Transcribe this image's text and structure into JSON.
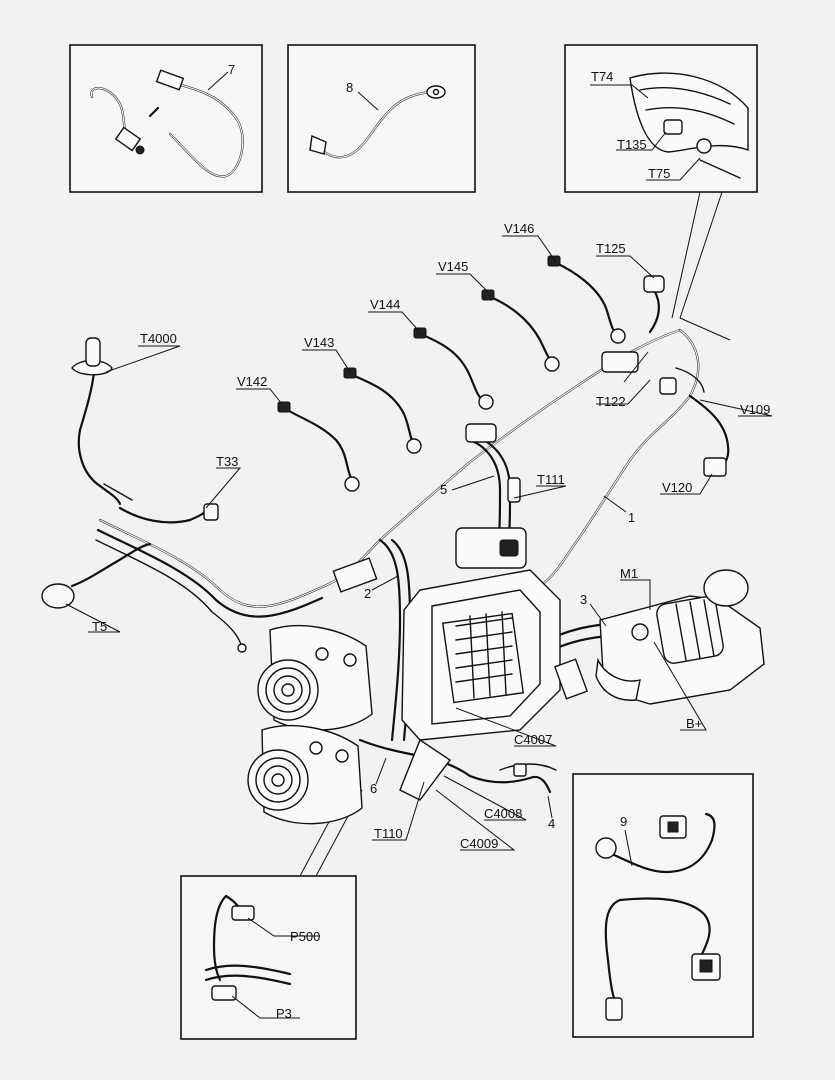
{
  "callouts": {
    "c7": "7",
    "c8": "8",
    "t74": "T74",
    "t135": "T135",
    "t75": "T75",
    "v146": "V146",
    "t125": "T125",
    "v145": "V145",
    "v144": "V144",
    "v143": "V143",
    "t4000": "T4000",
    "v142": "V142",
    "t122": "T122",
    "v109": "V109",
    "t33": "T33",
    "t111": "T111",
    "c5": "5",
    "c1": "1",
    "v120": "V120",
    "m1": "M1",
    "c2": "2",
    "c3": "3",
    "t5": "T5",
    "bplus": "B+",
    "c4007": "C4007",
    "c6": "6",
    "c9": "9",
    "c4008": "C4008",
    "c4": "4",
    "t110": "T110",
    "c4009": "C4009",
    "p500": "P500",
    "p3": "P3"
  }
}
